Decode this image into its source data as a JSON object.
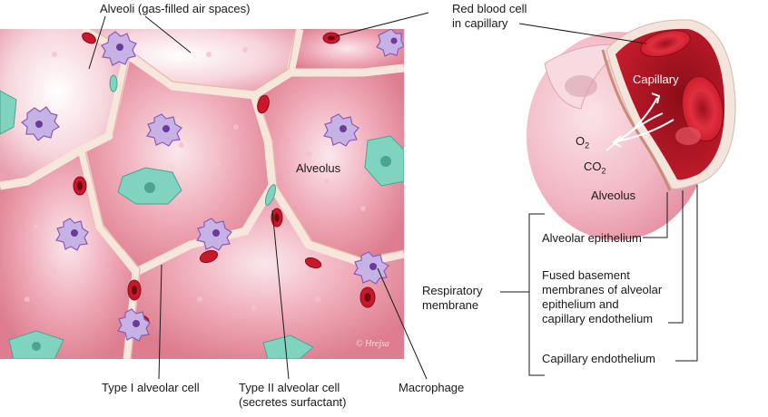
{
  "labels": {
    "alveoli": "Alveoli (gas-filled air spaces)",
    "rbc_line1": "Red blood cell",
    "rbc_line2": "in capillary",
    "capillary": "Capillary",
    "o2": "O",
    "o2_sub": "2",
    "co2": "CO",
    "co2_sub": "2",
    "alveolus_left": "Alveolus",
    "alveolus_right": "Alveolus",
    "alveolar_epithelium": "Alveolar epithelium",
    "fused_line1": "Fused basement",
    "fused_line2": "membranes of alveolar",
    "fused_line3": "epithelium and",
    "fused_line4": "capillary endothelium",
    "capillary_endothelium": "Capillary endothelium",
    "respiratory_line1": "Respiratory",
    "respiratory_line2": "membrane",
    "type1": "Type I alveolar cell",
    "type2_line1": "Type II alveolar cell",
    "type2_line2": "(secretes surfactant)",
    "macrophage": "Macrophage",
    "signature": "© Hrejsa"
  },
  "colors": {
    "tissue_pink": "#e98a9a",
    "tissue_light": "#f6d3da",
    "wall_cream": "#f7e6dc",
    "rbc_red": "#d7263d",
    "capillary_dark": "#b3121f",
    "type2_teal": "#7fd3bf",
    "macrophage_purple": "#8a5bb5"
  }
}
